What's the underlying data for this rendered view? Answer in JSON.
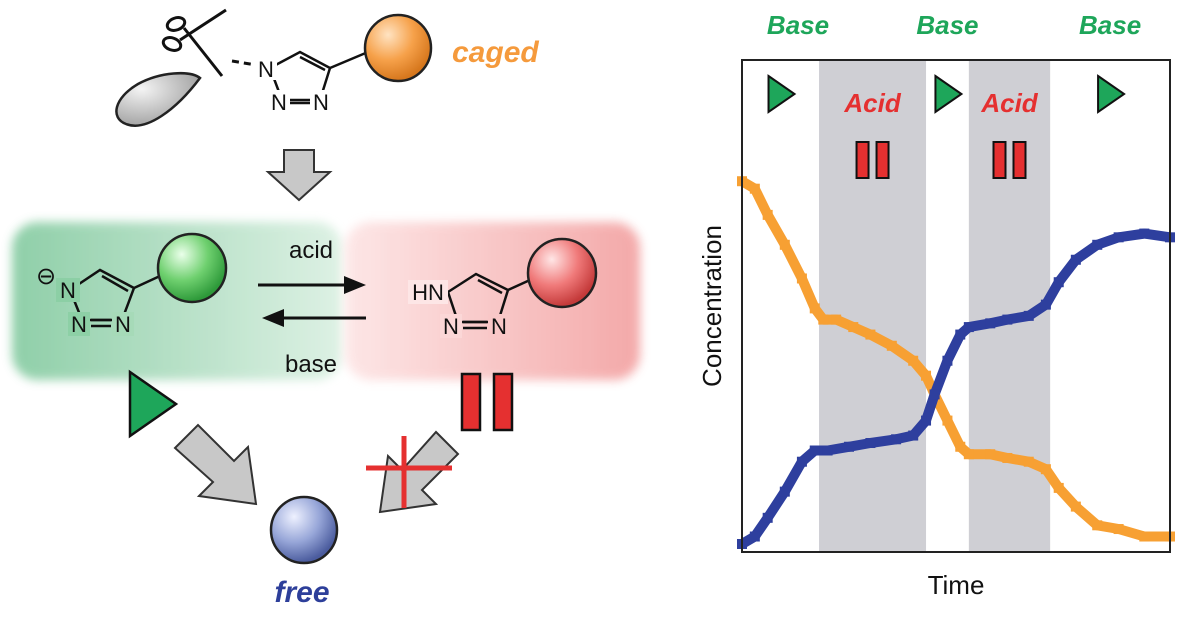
{
  "scheme": {
    "caged_label": "caged",
    "free_label": "free",
    "acid_arrow_label": "acid",
    "base_arrow_label": "base",
    "triazole_N1": "N",
    "triazole_N2": "N",
    "triazole_N3": "N",
    "anion_charge": "⊖",
    "hn_label": "HN",
    "colors": {
      "caged": "#f59a3c",
      "free": "#2d3f9a",
      "green_panel": "#7cc79a",
      "red_panel": "#f2a0a0",
      "play": "#1ea65a",
      "pause": "#e53030",
      "arrow_gray": "#bdbdbd"
    }
  },
  "chart_data": {
    "type": "line",
    "xlabel": "Time",
    "ylabel": "Concentration",
    "phases": [
      {
        "label": "Base",
        "state": "play",
        "start": 0,
        "end": 18
      },
      {
        "label": "Acid",
        "state": "pause",
        "start": 18,
        "end": 43
      },
      {
        "label": "Base",
        "state": "play",
        "start": 43,
        "end": 53
      },
      {
        "label": "Acid",
        "state": "pause",
        "start": 53,
        "end": 72
      },
      {
        "label": "Base",
        "state": "play",
        "start": 72,
        "end": 100
      }
    ],
    "series": [
      {
        "color": "#f7a033",
        "points": [
          [
            0,
            0.97
          ],
          [
            3,
            0.95
          ],
          [
            6,
            0.88
          ],
          [
            10,
            0.8
          ],
          [
            14,
            0.71
          ],
          [
            17,
            0.63
          ],
          [
            19,
            0.6
          ],
          [
            22,
            0.6
          ],
          [
            26,
            0.58
          ],
          [
            30,
            0.56
          ],
          [
            35,
            0.53
          ],
          [
            40,
            0.49
          ],
          [
            43,
            0.45
          ],
          [
            45,
            0.4
          ],
          [
            48,
            0.33
          ],
          [
            51,
            0.26
          ],
          [
            53,
            0.24
          ],
          [
            58,
            0.24
          ],
          [
            62,
            0.23
          ],
          [
            67,
            0.22
          ],
          [
            71,
            0.2
          ],
          [
            74,
            0.15
          ],
          [
            78,
            0.1
          ],
          [
            83,
            0.05
          ],
          [
            88,
            0.04
          ],
          [
            94,
            0.02
          ],
          [
            100,
            0.02
          ]
        ]
      },
      {
        "color": "#2e3f9e",
        "points": [
          [
            0,
            0.0
          ],
          [
            3,
            0.02
          ],
          [
            6,
            0.07
          ],
          [
            10,
            0.14
          ],
          [
            14,
            0.22
          ],
          [
            17,
            0.25
          ],
          [
            20,
            0.25
          ],
          [
            25,
            0.26
          ],
          [
            30,
            0.27
          ],
          [
            36,
            0.28
          ],
          [
            40,
            0.29
          ],
          [
            43,
            0.33
          ],
          [
            45,
            0.4
          ],
          [
            48,
            0.49
          ],
          [
            51,
            0.56
          ],
          [
            53,
            0.58
          ],
          [
            58,
            0.59
          ],
          [
            62,
            0.6
          ],
          [
            67,
            0.61
          ],
          [
            71,
            0.64
          ],
          [
            74,
            0.7
          ],
          [
            78,
            0.76
          ],
          [
            83,
            0.8
          ],
          [
            88,
            0.82
          ],
          [
            94,
            0.83
          ],
          [
            100,
            0.82
          ]
        ]
      }
    ],
    "xlim": [
      0,
      100
    ],
    "ylim": [
      0,
      1
    ],
    "grid": false
  }
}
